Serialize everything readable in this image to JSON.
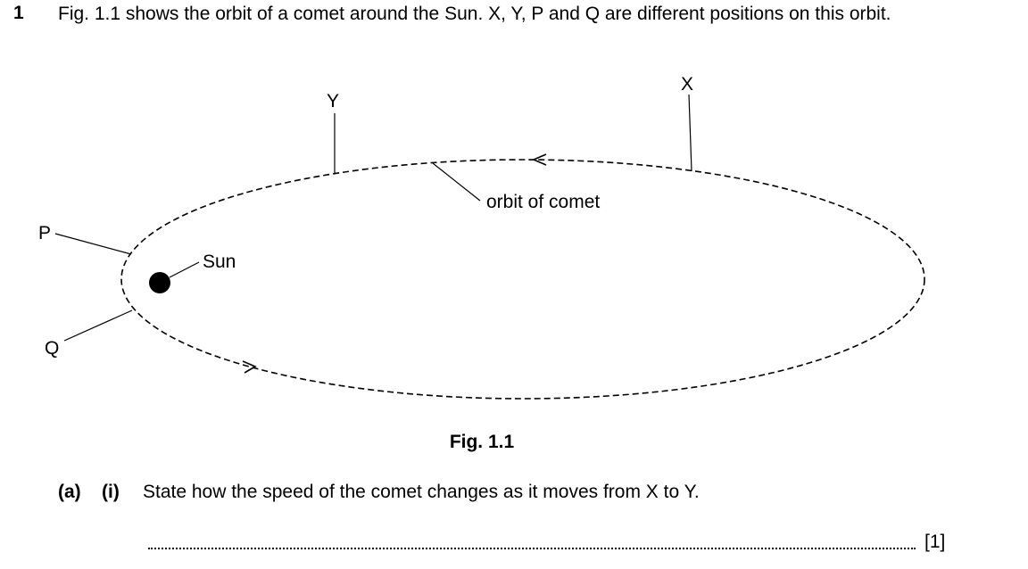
{
  "question": {
    "number": "1",
    "intro": "Fig. 1.1 shows the orbit of a comet around the Sun. X, Y, P and Q are different positions on this orbit."
  },
  "figure": {
    "labels": {
      "x": "X",
      "y": "Y",
      "p": "P",
      "q": "Q",
      "sun": "Sun",
      "orbit": "orbit of comet"
    },
    "caption": "Fig. 1.1"
  },
  "part_a": {
    "label": "(a)",
    "sub_label": "(i)",
    "text": "State how the speed of the comet changes as it moves from X to Y.",
    "marks": "[1]"
  }
}
